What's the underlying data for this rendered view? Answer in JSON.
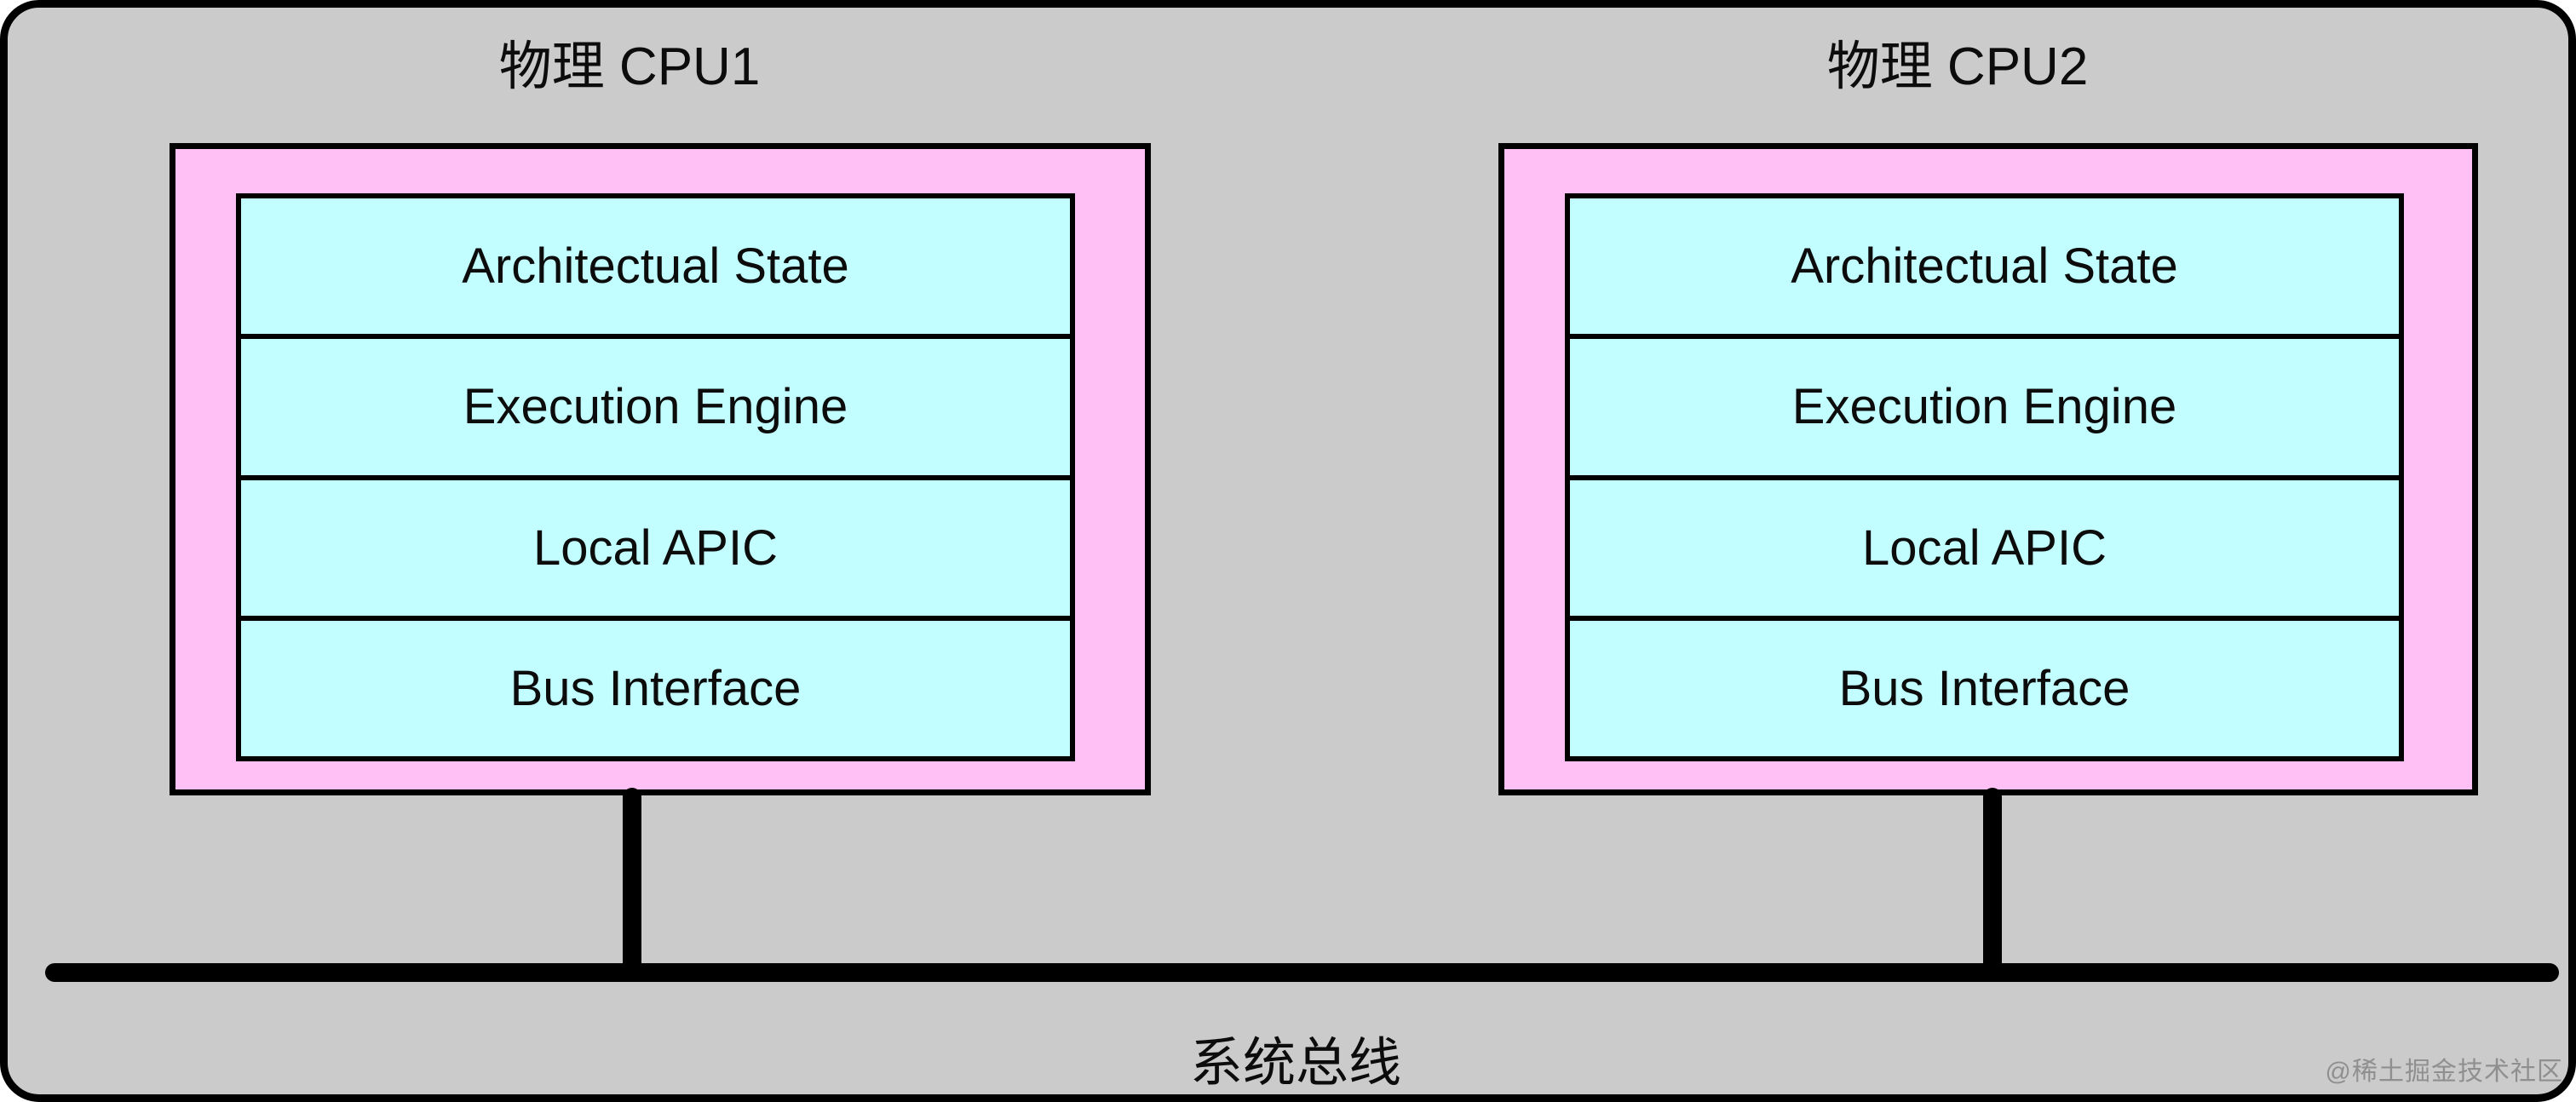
{
  "diagram": {
    "cpus": [
      {
        "title": "物理 CPU1",
        "layers": [
          "Architectual State",
          "Execution Engine",
          "Local APIC",
          "Bus Interface"
        ]
      },
      {
        "title": "物理 CPU2",
        "layers": [
          "Architectual State",
          "Execution Engine",
          "Local APIC",
          "Bus Interface"
        ]
      }
    ],
    "bus_label": "系统总线",
    "watermark": "@稀土掘金技术社区",
    "colors": {
      "canvas_fill": "#cbcbcb",
      "module_fill": "#fec0f5",
      "layer_fill": "#c2feff",
      "line": "#000000"
    }
  }
}
